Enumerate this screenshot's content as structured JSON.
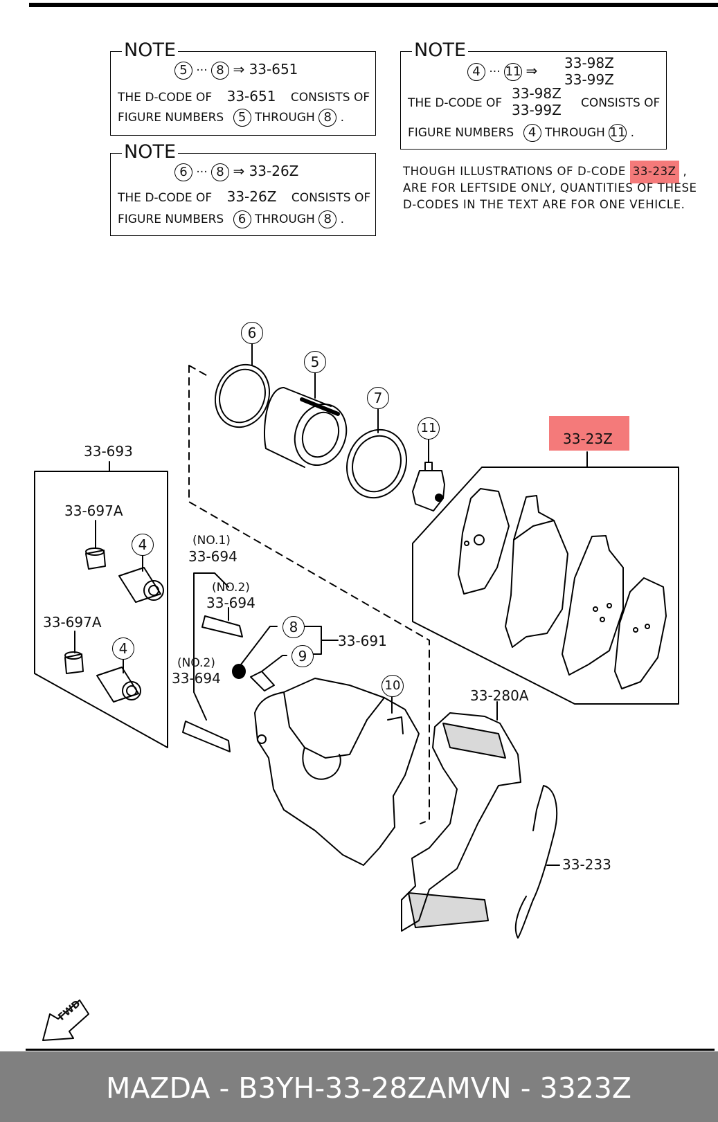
{
  "notes": [
    {
      "title": "NOTE",
      "from": "5",
      "to": "8",
      "arrow_code": "33-651",
      "line2_a": "THE D-CODE OF",
      "line2_code": "33-651",
      "line2_b": "CONSISTS OF",
      "line3_a": "FIGURE NUMBERS",
      "line3_mid": "THROUGH",
      "line3_end": "."
    },
    {
      "title": "NOTE",
      "from": "6",
      "to": "8",
      "arrow_code": "33-26Z",
      "line2_a": "THE D-CODE OF",
      "line2_code": "33-26Z",
      "line2_b": "CONSISTS OF",
      "line3_a": "FIGURE NUMBERS",
      "line3_mid": "THROUGH",
      "line3_end": "."
    },
    {
      "title": "NOTE",
      "from": "4",
      "to": "11",
      "arrow_code_1": "33-98Z",
      "arrow_code_2": "33-99Z",
      "line2_a": "THE D-CODE OF",
      "line2_code_1": "33-98Z",
      "line2_code_2": "33-99Z",
      "line2_b": "CONSISTS OF",
      "line3_a": "FIGURE NUMBERS",
      "line3_mid": "THROUGH",
      "line3_end": "."
    }
  ],
  "caption": {
    "line1_a": "THOUGH ILLUSTRATIONS OF D-CODE",
    "line1_code": "33-23Z",
    "line1_end": ",",
    "line2": "ARE FOR LEFTSIDE ONLY, QUANTITIES OF THESE",
    "line3": "D-CODES IN THE TEXT ARE FOR ONE VEHICLE."
  },
  "callouts": {
    "n6": "6",
    "n5": "5",
    "n7": "7",
    "n11": "11",
    "n4a": "4",
    "n4b": "4",
    "n8": "8",
    "n9": "9",
    "n10": "10"
  },
  "labels": {
    "part_33_693": "33-693",
    "part_33_697a_1": "33-697A",
    "part_33_697a_2": "33-697A",
    "no1": "(NO.1)",
    "part_33_694_1": "33-694",
    "no2_a": "(NO.2)",
    "part_33_694_2": "33-694",
    "no2_b": "(NO.2)",
    "part_33_694_3": "33-694",
    "part_33_691": "33-691",
    "part_33_23z": "33-23Z",
    "part_33_280a": "33-280A",
    "part_33_233": "33-233",
    "fwd": "FWD"
  },
  "footer": {
    "brand_part": "MAZDA - B3YH-33-28ZAMV",
    "n_code": "N - 3323Z"
  },
  "colors": {
    "highlight": "#f47a7a",
    "footer_bg": "#808080",
    "ink": "#000000"
  }
}
